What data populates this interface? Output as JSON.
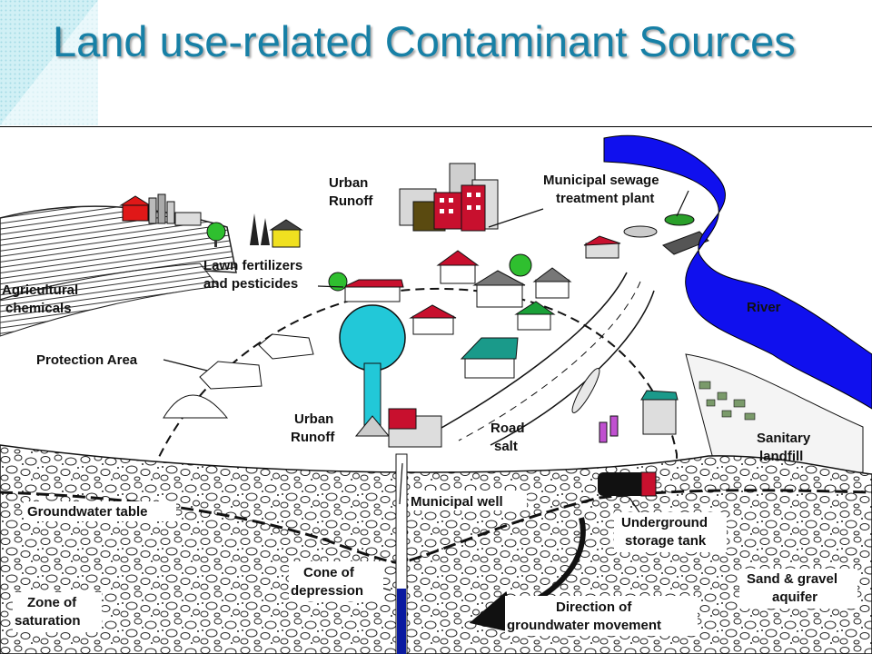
{
  "title": "Land use-related Contaminant Sources",
  "labels": {
    "urban_runoff_top": [
      "Urban",
      "Runoff"
    ],
    "sewage_plant": [
      "Municipal sewage",
      "treatment plant"
    ],
    "lawn": [
      "Lawn fertilizers",
      "and pesticides"
    ],
    "agricultural": [
      "Agricultural",
      "chemicals"
    ],
    "river": "River",
    "protection_area": "Protection Area",
    "urban_runoff_mid": [
      "Urban",
      "Runoff"
    ],
    "road_salt": [
      "Road",
      "salt"
    ],
    "landfill": [
      "Sanitary",
      "landfill"
    ],
    "municipal_well": "Municipal well",
    "groundwater_table": "Groundwater table",
    "storage_tank": [
      "Underground",
      "storage tank"
    ],
    "cone": [
      "Cone of",
      "depression"
    ],
    "aquifer": [
      "Sand & gravel",
      "aquifer"
    ],
    "saturation": [
      "Zone of",
      "saturation"
    ],
    "direction": [
      "Direction of",
      "groundwater movement"
    ]
  },
  "colors": {
    "title": "#1780a6",
    "river": "#1010ee",
    "water_tower": "#22c8d8",
    "well_water": "#0a1aa0",
    "barn_red": "#e01818",
    "building_red": "#c8102e",
    "house_green": "#1aa038",
    "roof_teal": "#1a9a8a",
    "tank_pink": "#c050d0"
  }
}
